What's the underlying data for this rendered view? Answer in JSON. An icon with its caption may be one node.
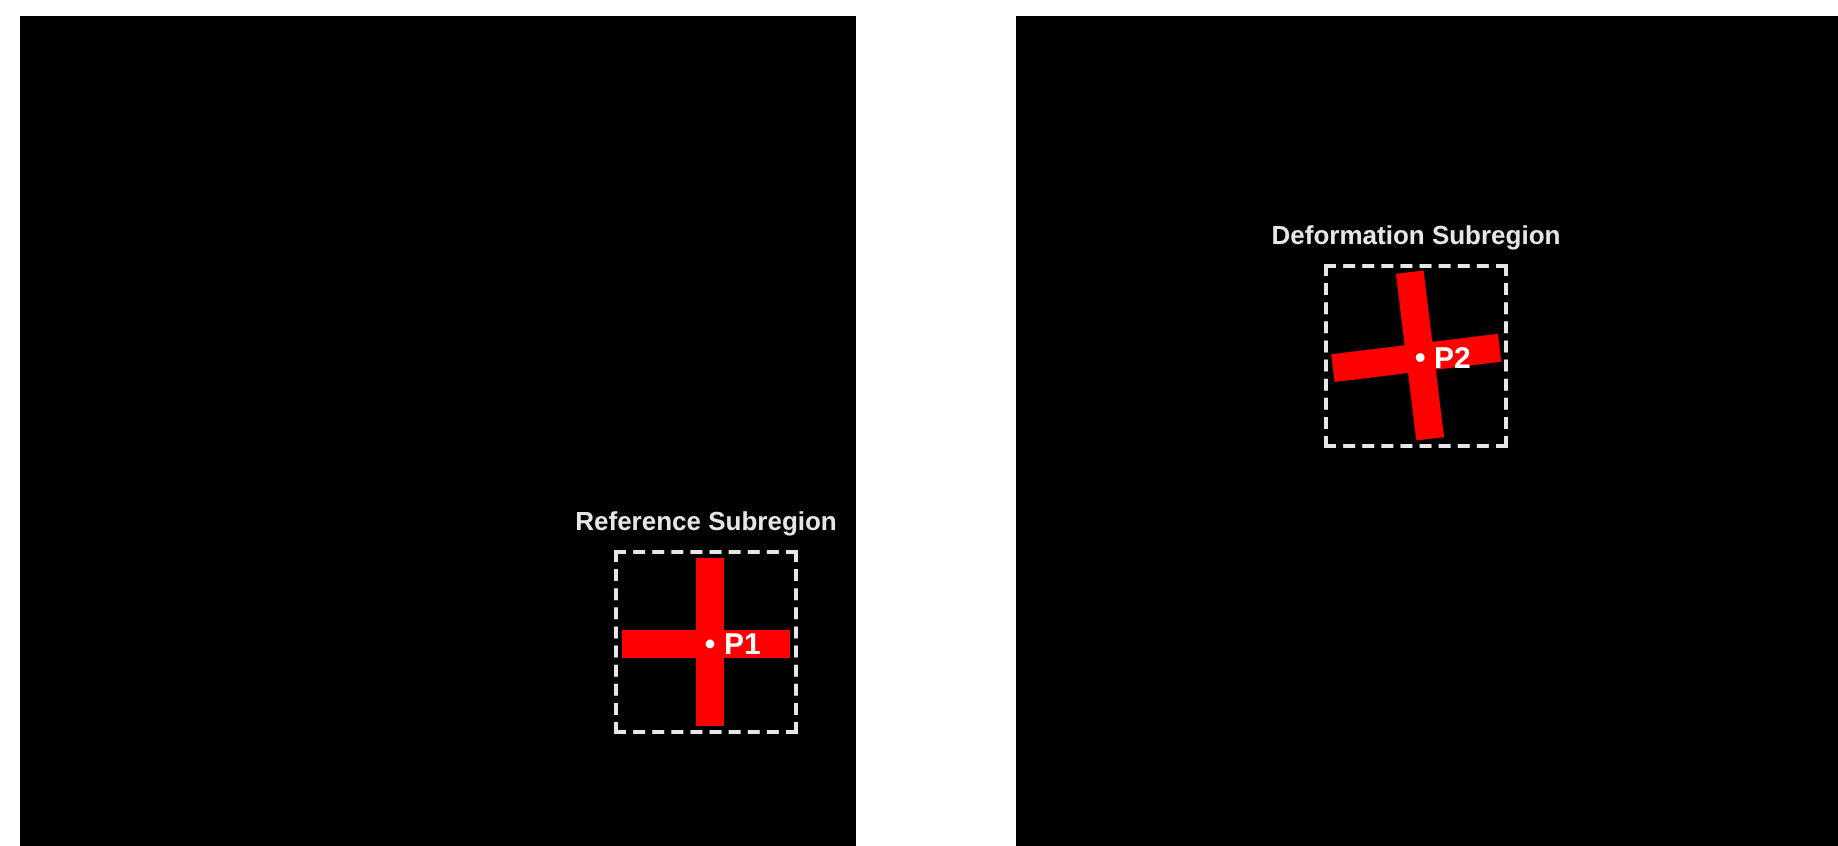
{
  "diagram": {
    "nodes": [
      {
        "text": [],
        "shape": "box"
      },
      {
        "text": [
          "Reference Subregion"
        ],
        "in": 0
      },
      {
        "text": [],
        "shape": "box"
      },
      {
        "text": [
          "Deformation Subregion"
        ],
        "in": 2
      }
    ],
    "labels": [
      "P1",
      "P2"
    ]
  }
}
